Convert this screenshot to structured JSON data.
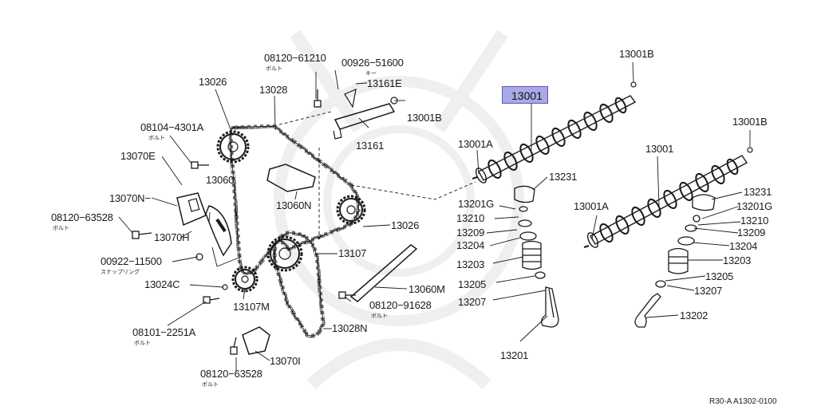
{
  "diagram": {
    "highlighted_part": "13001",
    "reference_code": "R30-A A1302-0100",
    "labels": {
      "p08120_61210": "08120−61210",
      "p00926_51600": "00926−51600",
      "p13001B_top": "13001B",
      "p13026_top": "13026",
      "p13028": "13028",
      "p13161E": "13161E",
      "p13001B_mid": "13001B",
      "p13001B_right": "13001B",
      "p08104_4301A": "08104−4301A",
      "p13161": "13161",
      "p13001A_mid": "13001A",
      "p13070E": "13070E",
      "p13060": "13060",
      "p13231_mid": "13231",
      "p13001_right": "13001",
      "p13070N": "13070N−",
      "p13060N": "13060N",
      "p13026_mid": "13026",
      "p13201G_mid": "13201G",
      "p13231_right": "13231",
      "p08120_63528_left": "08120−63528",
      "p13210_mid": "13210",
      "p13001A_right": "13001A",
      "p13201G_right": "13201G",
      "p13209_mid": "13209",
      "p13210_right": "13210",
      "p13070H": "13070H",
      "p13204_mid": "13204",
      "p13209_right": "13209",
      "p13107": "13107",
      "p13204_right": "13204",
      "p00922_11500": "00922−11500",
      "p13203_mid": "13203",
      "p13203_right": "13203",
      "p13060M": "13060M",
      "p13024C": "13024C",
      "p13205_mid": "13205",
      "p13205_right": "13205",
      "p13107M": "13107M",
      "p13207_mid": "13207",
      "p13207_right": "13207",
      "p08120_91628": "08120−91628",
      "p08101_2251A": "08101−2251A",
      "p13028N": "13028N",
      "p13202": "13202",
      "p13201": "13201",
      "p13070I": "13070I",
      "p08120_63528_bottom": "08120−63528"
    },
    "kana": {
      "bolt1": "ボルト",
      "key": "キー",
      "bolt2": "ボルト",
      "bolt3": "ボルト",
      "snap_ring": "スナップリング",
      "bolt4": "ボルト",
      "bolt5": "ボルト",
      "bolt6": "ボルト"
    }
  },
  "colors": {
    "line": "#1a1a1a",
    "highlight": "#a9a9e6",
    "highlight_border": "#5a5ab8"
  }
}
